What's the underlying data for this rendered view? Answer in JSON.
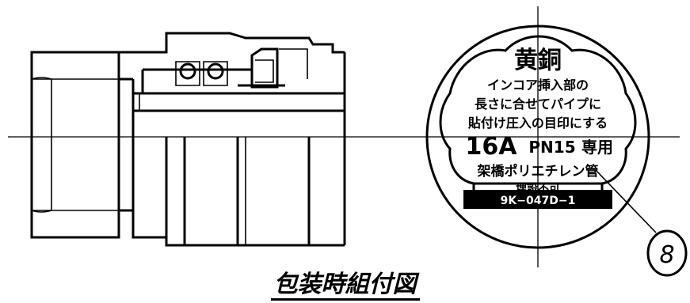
{
  "label": {
    "material": "黄銅",
    "instruction_line1": "インコア挿入部の",
    "instruction_line2": "長さに合せてパイプに",
    "instruction_line3": "貼付け圧入の目印にする",
    "size": "16A",
    "pressure": "PN15",
    "dedicated": "専用",
    "pipe_type": "架橋ポリエチレン管",
    "burial": "埋設不可",
    "part_code": "9K−047D−1"
  },
  "balloon_number": "8",
  "caption": "包装時組付図"
}
